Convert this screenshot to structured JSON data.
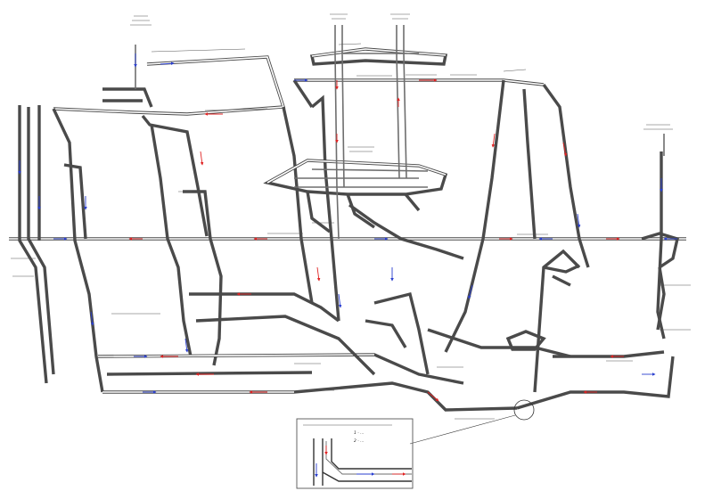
{
  "colors": {
    "gallery": "#4a4a4a",
    "fresh_air": "#2a3fcf",
    "exhaust_air": "#e02222",
    "text": "#222222"
  },
  "inset": {
    "legend_1": "1 - ...",
    "legend_2": "2 - ..."
  },
  "icons": [
    "airflow-arrow-red",
    "airflow-arrow-blue",
    "detail-circle"
  ]
}
